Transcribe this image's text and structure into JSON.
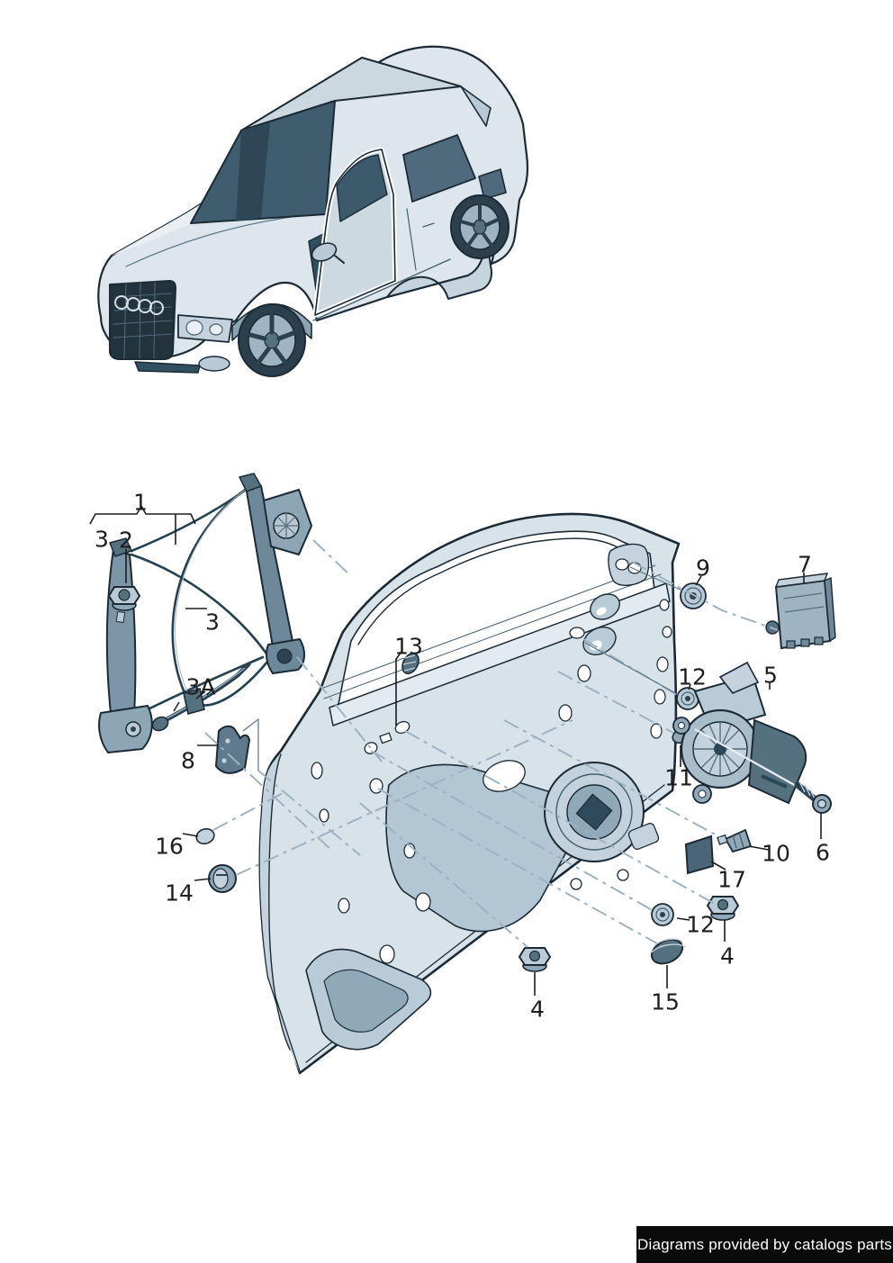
{
  "diagram": {
    "kind": "vehicle-door-window-regulator-parts-diagram",
    "callouts": [
      {
        "label": "1"
      },
      {
        "label": "3"
      },
      {
        "label": "2"
      },
      {
        "label": "3"
      },
      {
        "label": "3A"
      },
      {
        "label": "8"
      },
      {
        "label": "16"
      },
      {
        "label": "14"
      },
      {
        "label": "13"
      },
      {
        "label": "9"
      },
      {
        "label": "7"
      },
      {
        "label": "12"
      },
      {
        "label": "5"
      },
      {
        "label": "11"
      },
      {
        "label": "10"
      },
      {
        "label": "6"
      },
      {
        "label": "17"
      },
      {
        "label": "12"
      },
      {
        "label": "4"
      },
      {
        "label": "15"
      },
      {
        "label": "4"
      }
    ],
    "colors": {
      "outline": "#1b2a35",
      "body_light": "#dde6ec",
      "body_mid": "#b9c9d5",
      "body_dark": "#8aa4b4",
      "steel_dark": "#55707f",
      "glass": "#3f5d6e",
      "axis_line": "#9db3c2",
      "label_text": "#1e1e1e",
      "footer_bg": "#0b0b0b",
      "footer_text": "#ffffff"
    },
    "footer": {
      "text": "Diagrams provided by catalogs parts"
    }
  }
}
